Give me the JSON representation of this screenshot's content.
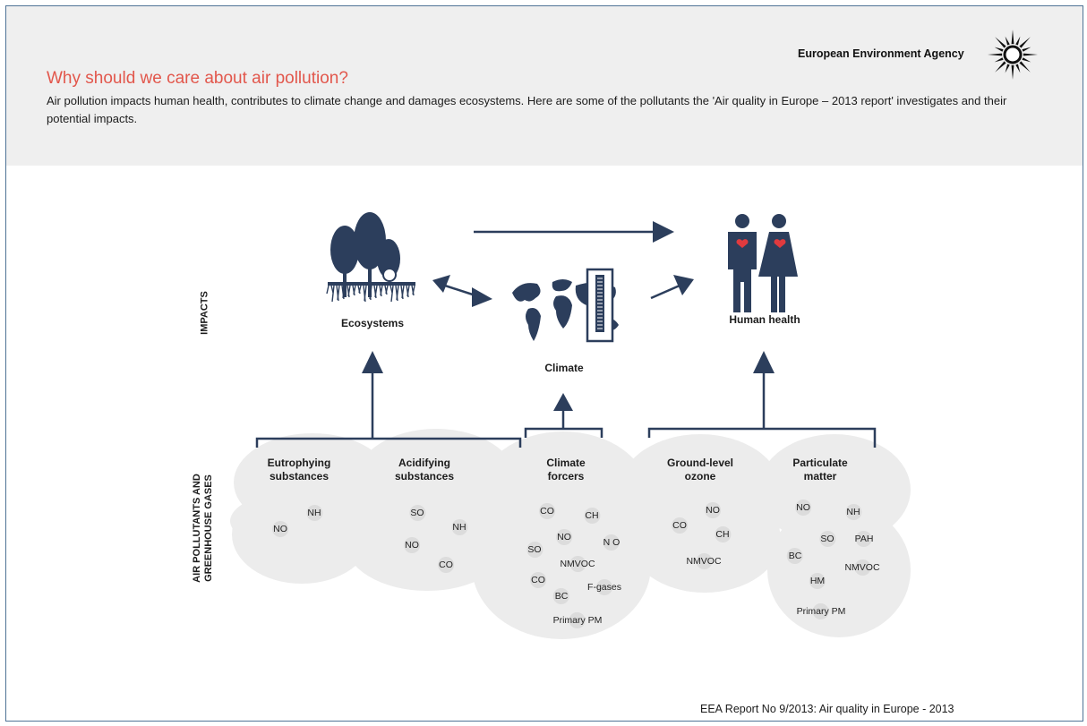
{
  "header": {
    "title": "Why should we care about air pollution?",
    "intro": "Air pollution impacts human health, contributes to climate change and damages ecosystems. Here are some of the pollutants the 'Air quality in Europe – 2013 report' investigates and their potential impacts.",
    "agency": "European Environment Agency",
    "logo_icon": "eea-sun-logo-icon"
  },
  "impacts": {
    "row_label": "IMPACTS",
    "ecosystems": "Ecosystems",
    "climate": "Climate",
    "human_health": "Human health"
  },
  "pollutants": {
    "row_label_line1": "AIR POLLUTANTS AND",
    "row_label_line2": "GREENHOUSE GASES",
    "groups": [
      {
        "line1": "Eutrophying",
        "line2": "substances",
        "items": [
          "NO",
          "NH"
        ]
      },
      {
        "line1": "Acidifying",
        "line2": "substances",
        "items": [
          "SO",
          "NH",
          "NO",
          "CO"
        ]
      },
      {
        "line1": "Climate",
        "line2": "forcers",
        "items": [
          "CO",
          "CH",
          "NO",
          "SO",
          "N O",
          "NMVOC",
          "CO",
          "F-gases",
          "BC",
          "Primary PM"
        ]
      },
      {
        "line1": "Ground-level",
        "line2": "ozone",
        "items": [
          "NO",
          "CO",
          "CH",
          "NMVOC"
        ]
      },
      {
        "line1": "Particulate",
        "line2": "matter",
        "items": [
          "NO",
          "NH",
          "SO",
          "PAH",
          "BC",
          "NMVOC",
          "HM",
          "Primary PM"
        ]
      }
    ]
  },
  "footer": {
    "source": "EEA Report No 9/2013: Air quality in Europe - 2013"
  },
  "colors": {
    "navy": "#2c3e5c",
    "title_red": "#e2574c",
    "header_bg": "#efefef",
    "cloud": "#ececec",
    "heart": "#e03a3e"
  }
}
